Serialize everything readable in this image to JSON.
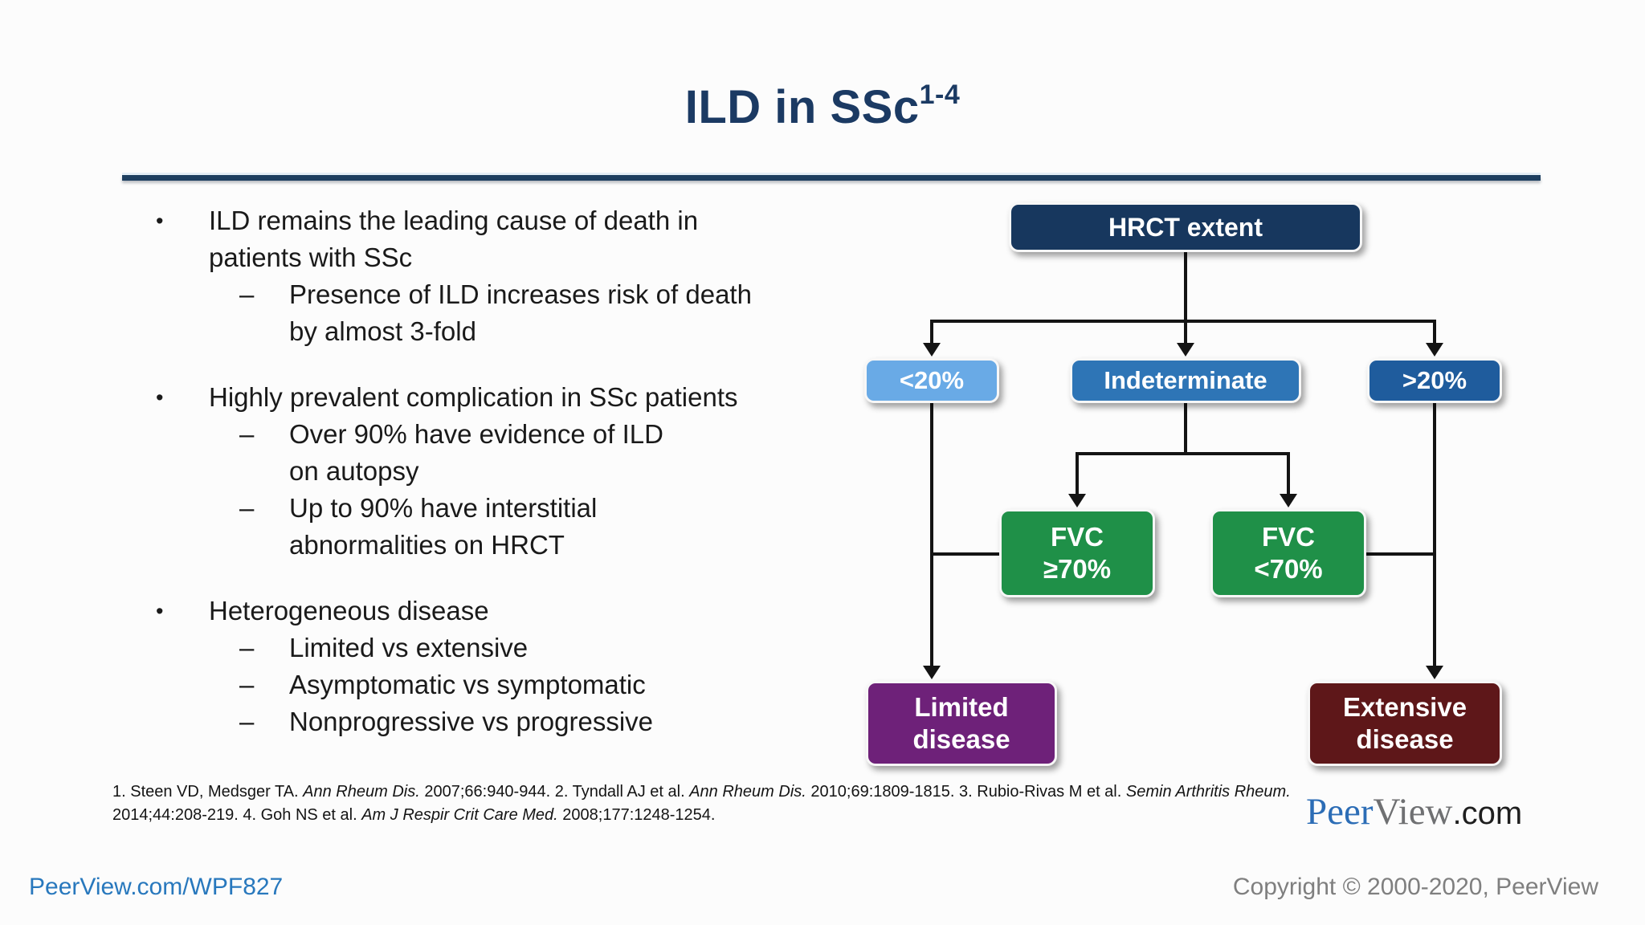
{
  "title": {
    "main": "ILD in SSc",
    "superscript": "1-4"
  },
  "markers": {
    "bullet": "•",
    "dash": "–"
  },
  "bullets": [
    {
      "label": "ILD remains the leading cause of death in\npatients with SSc",
      "subs": [
        "Presence of ILD increases risk of death\nby almost 3-fold"
      ]
    },
    {
      "label": "Highly prevalent complication in SSc patients",
      "subs": [
        "Over 90% have evidence of ILD\non autopsy",
        "Up to 90% have interstitial\nabnormalities on HRCT"
      ]
    },
    {
      "label": "Heterogeneous disease",
      "subs": [
        "Limited vs extensive",
        "Asymptomatic vs symptomatic",
        "Nonprogressive vs progressive"
      ]
    }
  ],
  "flowchart": {
    "nodes": {
      "hrct": {
        "label": "HRCT extent",
        "color": "#17375e"
      },
      "lt20": {
        "label": "<20%",
        "color": "#69aae6"
      },
      "indeterminate": {
        "label": "Indeterminate",
        "color": "#2e75b6"
      },
      "gt20": {
        "label": ">20%",
        "color": "#1f5c9d"
      },
      "fvc_ge70": {
        "line1": "FVC",
        "line2": "≥70%",
        "color": "#1f9048"
      },
      "fvc_lt70": {
        "line1": "FVC",
        "line2": "<70%",
        "color": "#1f9048"
      },
      "limited": {
        "line1": "Limited",
        "line2": "disease",
        "color": "#6e2179"
      },
      "extensive": {
        "line1": "Extensive",
        "line2": "disease",
        "color": "#5e1719"
      }
    },
    "connector_color": "#141414"
  },
  "references": {
    "segments": [
      {
        "text": "1. Steen VD, Medsger TA. ",
        "italic": false
      },
      {
        "text": "Ann Rheum Dis.",
        "italic": true
      },
      {
        "text": " 2007;66:940-944. 2. Tyndall AJ et al. ",
        "italic": false
      },
      {
        "text": "Ann Rheum Dis.",
        "italic": true
      },
      {
        "text": " 2010;69:1809-1815. 3. Rubio-Rivas M et al. ",
        "italic": false
      },
      {
        "text": "Semin Arthritis Rheum.",
        "italic": true
      },
      {
        "text": "\n2014;44:208-219. 4. Goh NS et al. ",
        "italic": false
      },
      {
        "text": "Am J Respir Crit Care Med.",
        "italic": true
      },
      {
        "text": " 2008;177:1248-1254.",
        "italic": false
      }
    ]
  },
  "logo": {
    "peer": "Peer",
    "view": "View",
    "com": ".com"
  },
  "footer": {
    "link": "PeerView.com/WPF827",
    "copyright": "Copyright © 2000-2020, PeerView"
  }
}
